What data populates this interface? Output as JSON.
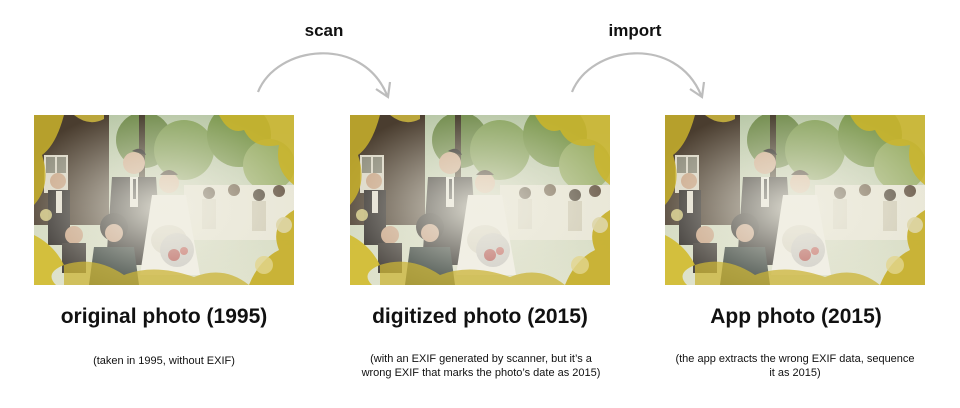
{
  "steps": [
    {
      "title": "original photo (1995)",
      "caption": "(taken in 1995, without EXIF)"
    },
    {
      "title": "digitized photo (2015)",
      "caption": "(with an EXIF generated by scanner, but it’s a wrong EXIF that marks the photo’s date as 2015)"
    },
    {
      "title": "App photo (2015)",
      "caption": "(the app extracts the wrong EXIF data, sequence it as 2015)"
    }
  ],
  "transitions": [
    {
      "label": "scan"
    },
    {
      "label": "import"
    }
  ],
  "colors": {
    "arrow": "#bdbdbd",
    "text": "#111111",
    "background": "#ffffff"
  }
}
